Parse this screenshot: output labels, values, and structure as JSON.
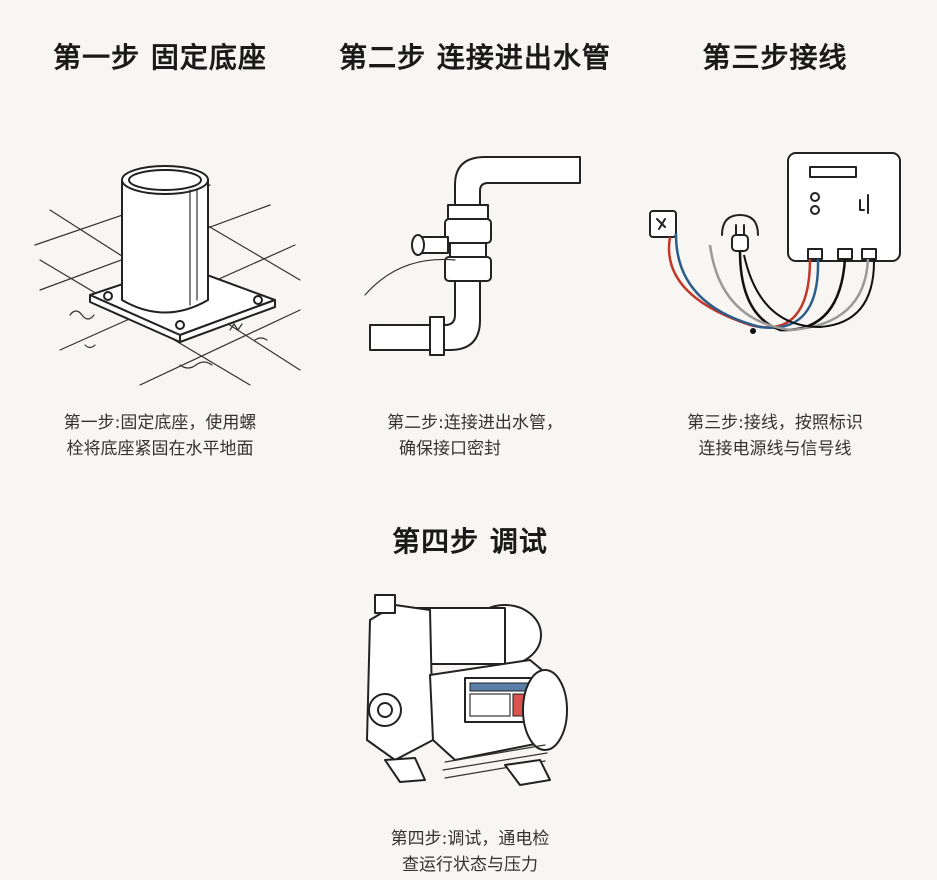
{
  "steps": [
    {
      "title": "第一步 固定底座",
      "caption_lines": [
        "第一步:固定底座，使用螺",
        "栓将底座紧固在水平地面"
      ]
    },
    {
      "title": "第二步 连接进出水管",
      "caption_lines": [
        "第二步:连接进出水管，",
        "确保接口密封"
      ]
    },
    {
      "title": "第三步接线",
      "caption_lines": [
        "第三步:接线，按照标识",
        "连接电源线与信号线"
      ]
    },
    {
      "title": "第四步 调试",
      "caption_lines": [
        "第四步:调试，通电检",
        "查运行状态与压力"
      ]
    }
  ],
  "colors": {
    "background": "#f7f6f2",
    "wire_red": "#c0392b",
    "wire_blue": "#2c5d8a",
    "wire_black": "#111111",
    "wire_gray": "#999999",
    "panel_red": "#d9534f"
  }
}
